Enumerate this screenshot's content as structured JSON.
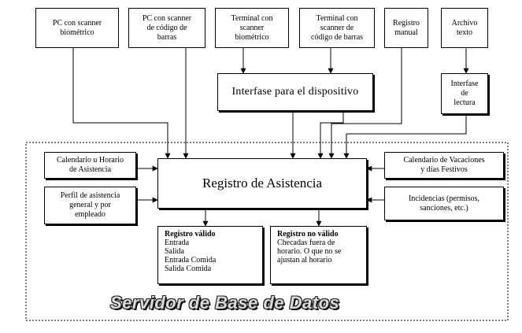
{
  "sources": {
    "pc_biometric": "PC con scanner\nbiométrico",
    "pc_barcode": "PC con scanner\nde código de\nbarras",
    "terminal_biometric": "Terminal con\nscanner\nbiométrico",
    "terminal_barcode": "Terminal con\nscanner de\ncódigo de barras",
    "manual_record": "Registro\nmanual",
    "text_file": "Archivo\ntexto"
  },
  "device_interface": "Interfase para el dispositivo",
  "reading_interface": "Interfase\nde\nlectura",
  "side_inputs": {
    "schedule": "Calendario u Horario\nde Asistencia",
    "profile": "Perfil de asistencia\ngeneral y por\nempleado",
    "holidays": "Calendario de Vacaciones\ny días Festivos",
    "incidents": "Incidencias (permisos,\nsanciones, etc.)"
  },
  "attendance_record": "Registro de Asistencia",
  "valid_record": {
    "heading": "Registro válido",
    "lines": "Entrada\nSalida\nEntrada Comida\nSalida Comida"
  },
  "invalid_record": {
    "heading": "Registro no válido",
    "lines": "Checadas fuera de\nhorario. O que no se\najustan al horario"
  },
  "server": "Servidor de Base de Datos",
  "colors": {
    "line": "#000000",
    "background": "#ffffff",
    "server_text_fill": "#d9d9d9"
  }
}
